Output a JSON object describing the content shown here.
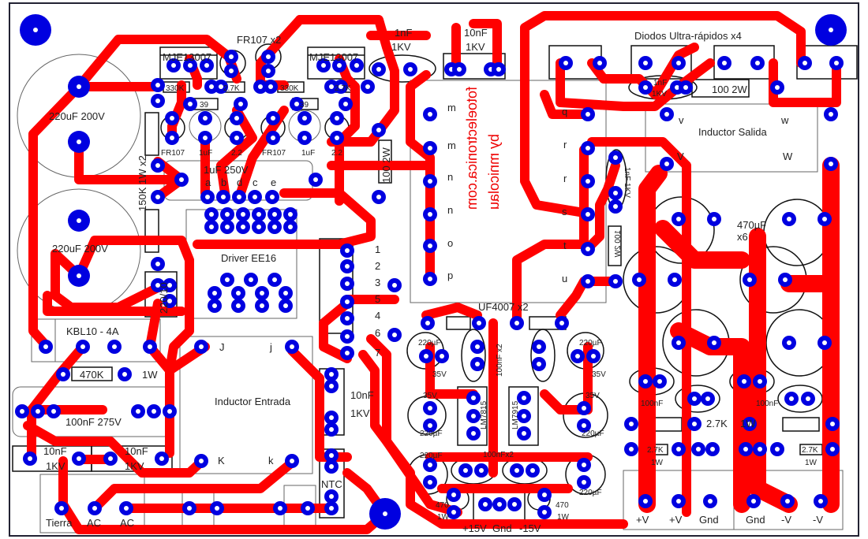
{
  "colors": {
    "trace": "#ff0000",
    "pad": "#0000e0",
    "hole": "#ffffff",
    "outline": "#111111",
    "background": "#ffffff"
  },
  "credit": {
    "line1": "by mnicolau",
    "line2": "fotoelectronica.com"
  },
  "labels": {
    "mje1": "MJE13007",
    "fr107x2": "FR107 x2",
    "mje2": "MJE13007",
    "c1nf_top": "1nF",
    "c1nf_top_kv": "1KV",
    "c10nf_top": "10nF",
    "c10nf_top_kv": "1KV",
    "diodos": "Diodos Ultra-rápidos x4",
    "cap220a": "220uF 200V",
    "cap220b": "220uF 200V",
    "r330a": "330K",
    "r27a": "2.7K",
    "r330b": "330K",
    "r27b": "2.7K",
    "r39a": "39",
    "r39b": "39",
    "fr107a": "FR107",
    "c1ua": "1uF",
    "c22a": "2.2",
    "fr107b": "FR107",
    "c1ub": "1uF",
    "c22b": "2.2",
    "c1u250": "1uF 250V",
    "pin_a": "a",
    "pin_b": "b",
    "pin_d": "d",
    "pin_c": "c",
    "pin_e": "e",
    "r150k": "150K 1W x2",
    "r100_2w_left": "100 2W",
    "driver": "Driver EE16",
    "n1": "1",
    "n2": "2",
    "n3": "3",
    "n5": "5",
    "n4": "4",
    "n6": "6",
    "n7": "7",
    "r220_10": "220/10",
    "kbl": "KBL10 - 4A",
    "r470k": "470K",
    "r470k_w": "1W",
    "c100nf275": "100nF 275V",
    "c10nf_a": "10nF",
    "c10nf_a_kv": "1KV",
    "c10nf_b": "10nF",
    "c10nf_b_kv": "1KV",
    "inductor_in": "Inductor Entrada",
    "J": "J",
    "j": "j",
    "K": "K",
    "k": "k",
    "tierra": "Tierra",
    "ac1": "AC",
    "ac2": "AC",
    "ntc": "NTC",
    "c10nf_mid": "10nF",
    "c10nf_mid_kv": "1KV",
    "m1": "m",
    "m2": "m",
    "n_1": "n",
    "n_2": "n",
    "o": "o",
    "p": "p",
    "q": "q",
    "r1": "r",
    "r2": "r",
    "s": "s",
    "t": "t",
    "u": "u",
    "c1nf_small": "1nF",
    "c1nf_small_kv": "1KV",
    "r100_2w_top": "100 2W",
    "inductor_out": "Inductor Salida",
    "v": "v",
    "w": "w",
    "V": "V",
    "W": "W",
    "c470": "470µF",
    "c470_x": "x6",
    "c1nf_vert": "1nF 1KV",
    "r100_2w_vert": "100 2W",
    "uf4007": "UF4007 x2",
    "c100nf_vert": "100nF x2",
    "c220_1": "220µF",
    "c220_2": "220µF",
    "c220_3": "220µF",
    "c220_4": "220µF",
    "c220_5": "220µF",
    "c220_6": "220µF",
    "v35_1": "35V",
    "v35_2": "35V",
    "v35_3": "35V",
    "v35_4": "35V",
    "lm7815": "LM7815",
    "lm7915": "LM7915",
    "c100nfx2": "100nFx2",
    "r470a": "470",
    "r470a_w": "1W",
    "r470b": "470",
    "r470b_w": "1W",
    "p15": "+15V",
    "gnd_reg": "Gnd",
    "m15": "-15V",
    "c100nf_a": "100nF",
    "c100nf_b": "100nF",
    "r27k1w": "2.7K",
    "r27k1w_w": "1W",
    "r27k_a": "2.7K",
    "r27k_a_w": "1W",
    "r27k_b": "2.7K",
    "r27k_b_w": "1W",
    "out_pv1": "+V",
    "out_pv2": "+V",
    "out_gnd1": "Gnd",
    "out_gnd2": "Gnd",
    "out_mv1": "-V",
    "out_mv2": "-V"
  }
}
